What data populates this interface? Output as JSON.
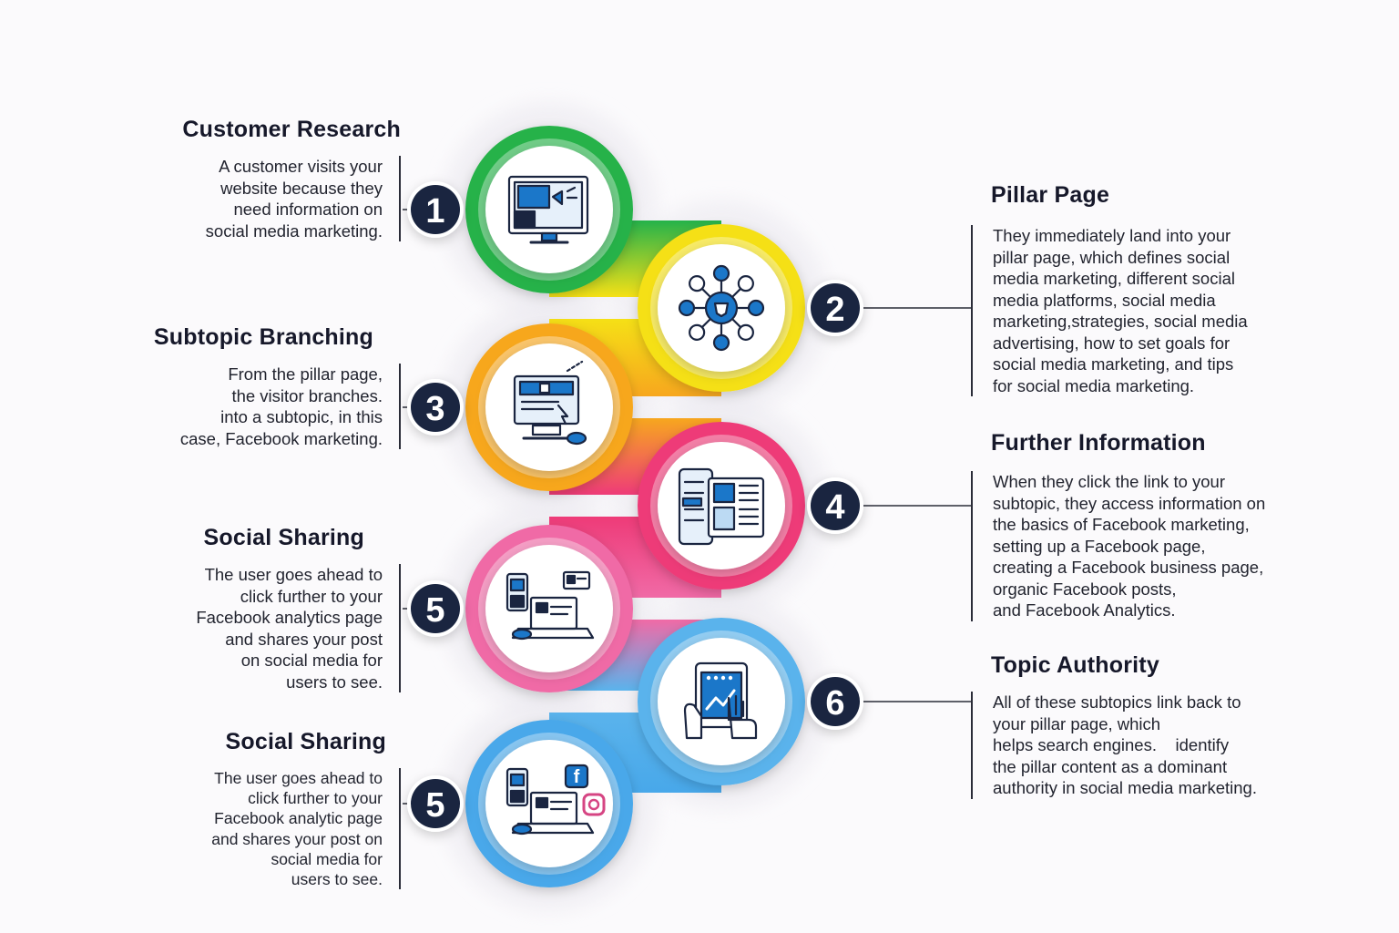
{
  "steps": [
    {
      "number": "1",
      "title": "Customer Research",
      "lines": [
        "A customer visits your",
        "website because they",
        "need information on",
        "social media marketing."
      ],
      "side": "left",
      "color": "#25b24a",
      "icon": "computer-monitor-icon"
    },
    {
      "number": "2",
      "title": "Pillar Page",
      "lines": [
        "They immediately land into your",
        "pillar page, which defines social",
        "media marketing, different social",
        "media platforms, social media",
        "marketing,strategies, social  media",
        "advertising, how to set goals for",
        "social media marketing, and tips",
        "for social media marketing."
      ],
      "side": "right",
      "color": "#f5e016",
      "icon": "network-hub-icon"
    },
    {
      "number": "3",
      "title": "Subtopic Branching",
      "lines": [
        "From the pillar page,",
        "the visitor branches.",
        "into a subtopic, in this",
        "case, Facebook marketing."
      ],
      "side": "left",
      "color": "#f7a71e",
      "icon": "facebook-computer-icon"
    },
    {
      "number": "4",
      "title": "Further Information",
      "lines": [
        "When they click the link to your",
        "subtopic, they access information on",
        "the basics of Facebook marketing,",
        "setting up a Facebook page,",
        "creating a Facebook business page,",
        "organic Facebook posts,",
        "and Facebook Analytics."
      ],
      "side": "right",
      "color": "#ee3b78",
      "icon": "mobile-documents-icon"
    },
    {
      "number": "5",
      "title": "Social Sharing",
      "lines": [
        "The user goes ahead to",
        "click further to your",
        "Facebook analytics page",
        "and shares your post",
        "on social media for",
        "users to see."
      ],
      "side": "left",
      "color": "#f06aa6",
      "icon": "laptop-sharing-icon"
    },
    {
      "number": "6",
      "title": "Topic Authority",
      "lines": [
        "All of these subtopics link back to",
        "your pillar page, which",
        "helps search engines.    identify",
        "the pillar content as a dominant",
        "authority in social media marketing."
      ],
      "side": "right",
      "color": "#5ab3ec",
      "icon": "tablet-touch-icon"
    },
    {
      "number": "5",
      "title": "Social Sharing",
      "lines": [
        "The user goes ahead to",
        "click further to your",
        "Facebook analytic page",
        "and shares your post on",
        "social media for",
        "users to see."
      ],
      "side": "left",
      "color": "#48a8ea",
      "icon": "laptop-social-apps-icon"
    }
  ],
  "colors": {
    "badge": "#1a2540",
    "icon_blue": "#1b77c9",
    "icon_dark": "#1a2540",
    "connector": "#2a2c38"
  }
}
